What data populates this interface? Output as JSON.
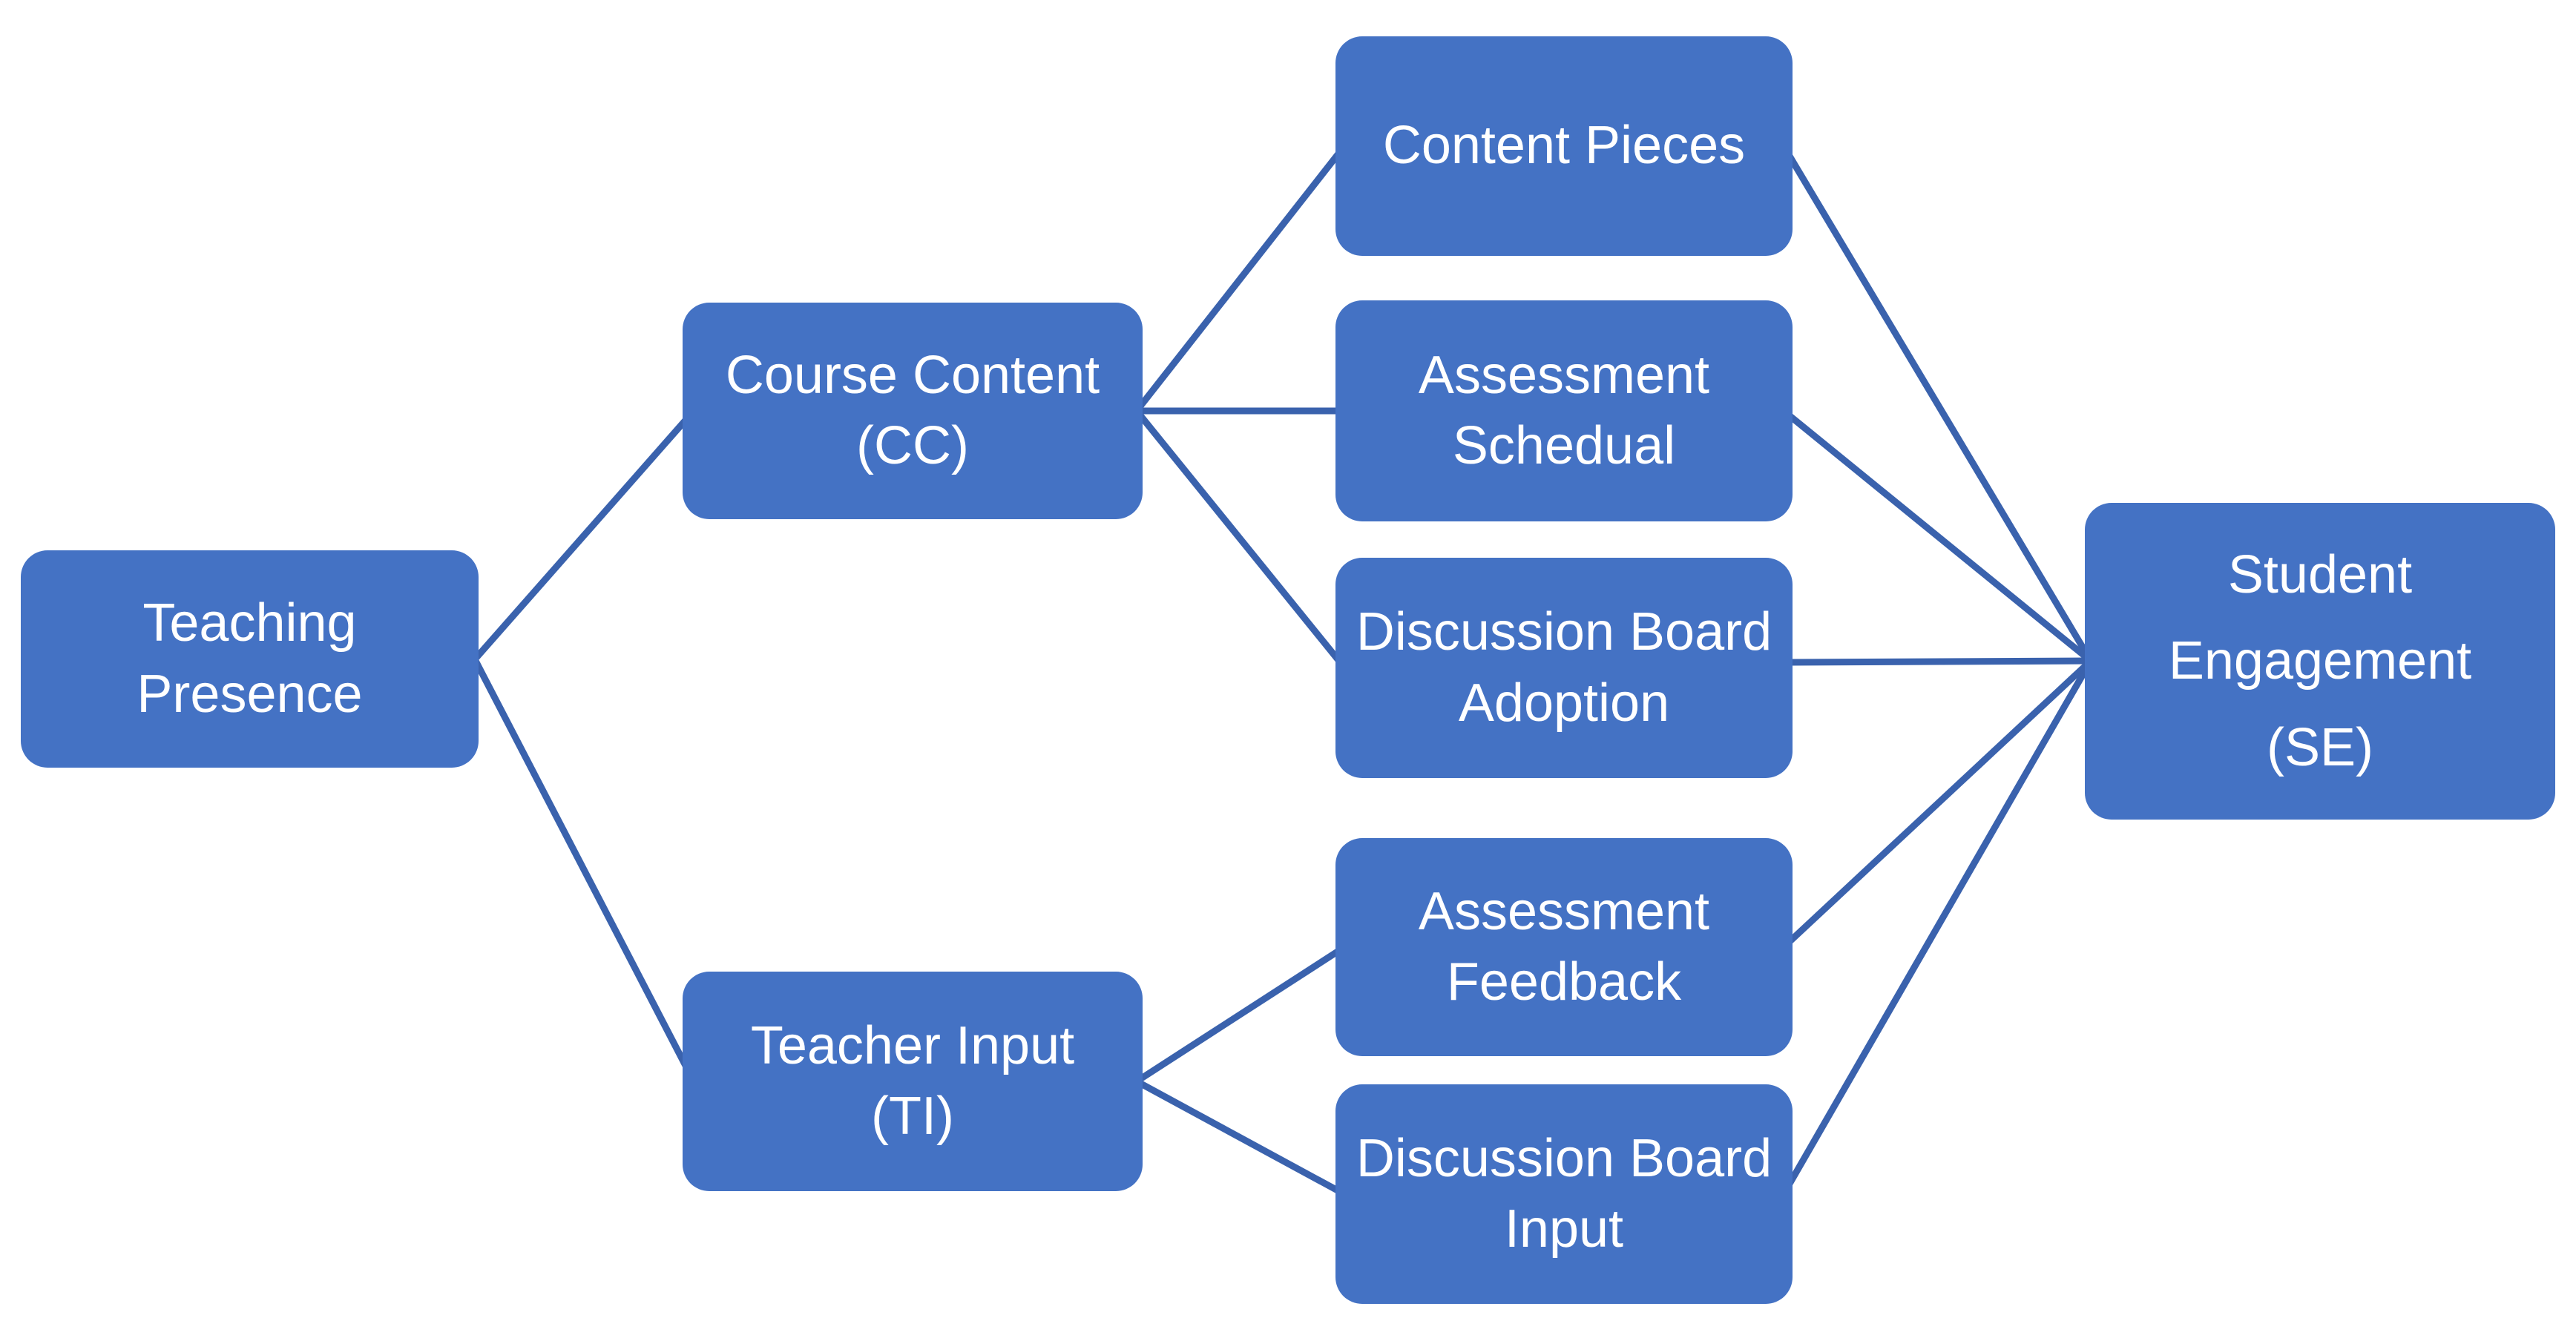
{
  "diagram": {
    "type": "path-model-flowchart",
    "nodes": [
      {
        "id": "teaching-presence",
        "label": "Teaching Presence",
        "lines": [
          "Teaching",
          "Presence"
        ]
      },
      {
        "id": "course-content",
        "label": "Course Content (CC)",
        "lines": [
          "Course Content",
          "(CC)"
        ]
      },
      {
        "id": "content-pieces",
        "label": "Content Pieces",
        "lines": [
          "Content Pieces"
        ]
      },
      {
        "id": "assessment-schedual",
        "label": "Assessment Schedual",
        "lines": [
          "Assessment",
          "Schedual"
        ]
      },
      {
        "id": "discussion-board-adoption",
        "label": "Discussion Board Adoption",
        "lines": [
          "Discussion Board",
          "Adoption"
        ]
      },
      {
        "id": "assessment-feedback",
        "label": "Assessment Feedback",
        "lines": [
          "Assessment",
          "Feedback"
        ]
      },
      {
        "id": "discussion-board-input",
        "label": "Discussion Board Input",
        "lines": [
          "Discussion Board",
          "Input"
        ]
      },
      {
        "id": "teacher-input",
        "label": "Teacher Input (TI)",
        "lines": [
          "Teacher Input",
          "(TI)"
        ]
      },
      {
        "id": "student-engagement",
        "label": "Student Engagement (SE)",
        "lines": [
          "Student",
          "Engagement",
          "(SE)"
        ]
      }
    ],
    "edges": [
      {
        "from": "teaching-presence",
        "to": "course-content"
      },
      {
        "from": "teaching-presence",
        "to": "teacher-input"
      },
      {
        "from": "course-content",
        "to": "content-pieces"
      },
      {
        "from": "course-content",
        "to": "assessment-schedual"
      },
      {
        "from": "course-content",
        "to": "discussion-board-adoption"
      },
      {
        "from": "teacher-input",
        "to": "assessment-feedback"
      },
      {
        "from": "teacher-input",
        "to": "discussion-board-input"
      },
      {
        "from": "content-pieces",
        "to": "student-engagement"
      },
      {
        "from": "assessment-schedual",
        "to": "student-engagement"
      },
      {
        "from": "discussion-board-adoption",
        "to": "student-engagement"
      },
      {
        "from": "assessment-feedback",
        "to": "student-engagement"
      },
      {
        "from": "discussion-board-input",
        "to": "student-engagement"
      }
    ]
  },
  "colors": {
    "node_fill": "#4472C4",
    "node_text": "#FFFFFF",
    "connector": "#3A62AD",
    "background": "#FFFFFF"
  }
}
